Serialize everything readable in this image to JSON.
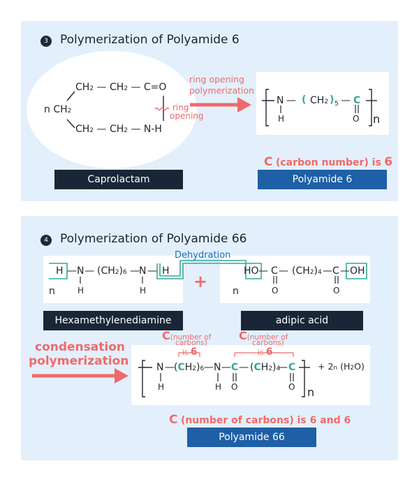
{
  "section3": {
    "number": "3",
    "title": "Polymerization of Polyamide 6",
    "monomer": {
      "row1_a": "CH",
      "row1_a_sub": "2",
      "row1_b": "CH",
      "row1_b_sub": "2",
      "row1_c": "C=O",
      "row2_prefix": "n",
      "row2": "CH",
      "row2_sub": "2",
      "row3_a": "CH",
      "row3_a_sub": "2",
      "row3_b": "CH",
      "row3_b_sub": "2",
      "row3_c": "N-H",
      "dash": "—",
      "cut_label_1": "ring",
      "cut_label_2": "opening"
    },
    "arrow_label_1": "ring opening",
    "arrow_label_2": "polymerization",
    "polymer": {
      "N": "N",
      "H": "H",
      "open_paren": "(",
      "CH": "CH",
      "ch_sub": "2",
      "close_paren": ")",
      "sub5": "5",
      "C": "C",
      "O": "O",
      "n": "n",
      "dash": "—",
      "dbl": "||"
    },
    "note_C": "C",
    "note_text": "(carbon number) is",
    "note_num": "6",
    "monomer_label": "Caprolactam",
    "polymer_label": "Polyamide 6"
  },
  "section4": {
    "number": "4",
    "title": "Polymerization of Polyamide 66",
    "dehydration": "Dehydration",
    "plus": "+",
    "diamine": {
      "H1": "H",
      "N1": "N",
      "chain": "(CH",
      "chain_sub": "2",
      "chain_close": ")",
      "sub6": "6",
      "N2": "N",
      "H2": "H",
      "Hb1": "H",
      "Hb2": "H",
      "n": "n",
      "dash": "—"
    },
    "acid": {
      "HO": "HO",
      "C1": "C",
      "chain": "(CH",
      "chain_sub": "2",
      "chain_close": ")",
      "sub4": "4",
      "C2": "C",
      "OH": "OH",
      "O1": "O",
      "O2": "O",
      "n": "n",
      "dash": "—",
      "dbl": "||"
    },
    "diamine_label": "Hexamethylenediamine",
    "acid_label": "adipic acid",
    "cond_1": "condensation",
    "cond_2": "polymerization",
    "ann1_C": "C",
    "ann1_t1": "(number of",
    "ann1_t2": "carbons)",
    "ann1_is": "is",
    "ann1_num": "6",
    "ann2_C": "C",
    "ann2_t1": "(number of",
    "ann2_t2": "carbons)",
    "ann2_is": "is",
    "ann2_num": "6",
    "polymer": {
      "N1": "N",
      "H1": "H",
      "C6a": "(",
      "CH1": "CH",
      "sub_a": "2",
      "C6b": ")",
      "sub6": "6",
      "N2": "N",
      "H2": "H",
      "C1": "C",
      "O1": "O",
      "CH2": "(CH",
      "sub_b": "2",
      "close_b": ")",
      "sub4": "4",
      "C2": "C",
      "O2": "O",
      "n": "n",
      "water": "+ 2",
      "water_n": "n",
      "water_h2o": " (H",
      "water_2": "2",
      "water_o": "O)",
      "dash": "—",
      "dbl": "||",
      "C_green1": "C",
      "C_green2": "C"
    },
    "note_C": "C",
    "note_text": "(number of carbons) is 6 and 6",
    "polymer_label": "Polyamide 66"
  },
  "colors": {
    "panel": "#e3f0fb",
    "dark_label": "#1a2638",
    "blue_label": "#1e5fa6",
    "red": "#ef6a6c",
    "green": "#34a99a"
  }
}
